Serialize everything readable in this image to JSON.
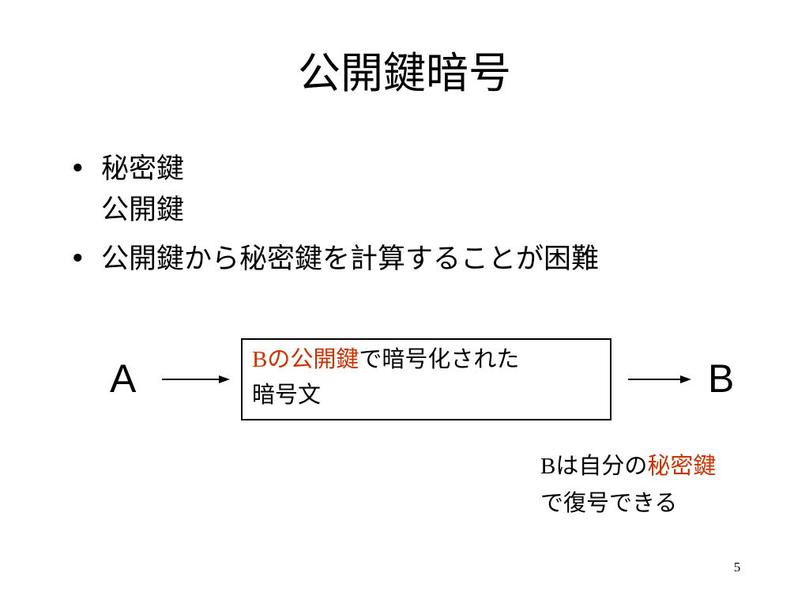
{
  "slide": {
    "title": "公開鍵暗号",
    "bullets": [
      {
        "mark": "•",
        "line1": "秘密鍵",
        "line2": "公開鍵"
      },
      {
        "mark": "•",
        "line1": "公開鍵から秘密鍵を計算することが困難"
      }
    ],
    "diagram": {
      "sender": "A",
      "receiver": "B",
      "box_line1_prefix": "B",
      "box_line1_highlight": "の公開鍵",
      "box_line1_rest": "で暗号化された",
      "box_line2": "暗号文",
      "note_line1_prefix": "B",
      "note_line1_mid": "は自分の",
      "note_line1_highlight": "秘密鍵",
      "note_line2": "で復号できる"
    },
    "page_number": "5"
  },
  "colors": {
    "highlight": "#cc3300",
    "text": "#000000",
    "background": "#ffffff"
  }
}
